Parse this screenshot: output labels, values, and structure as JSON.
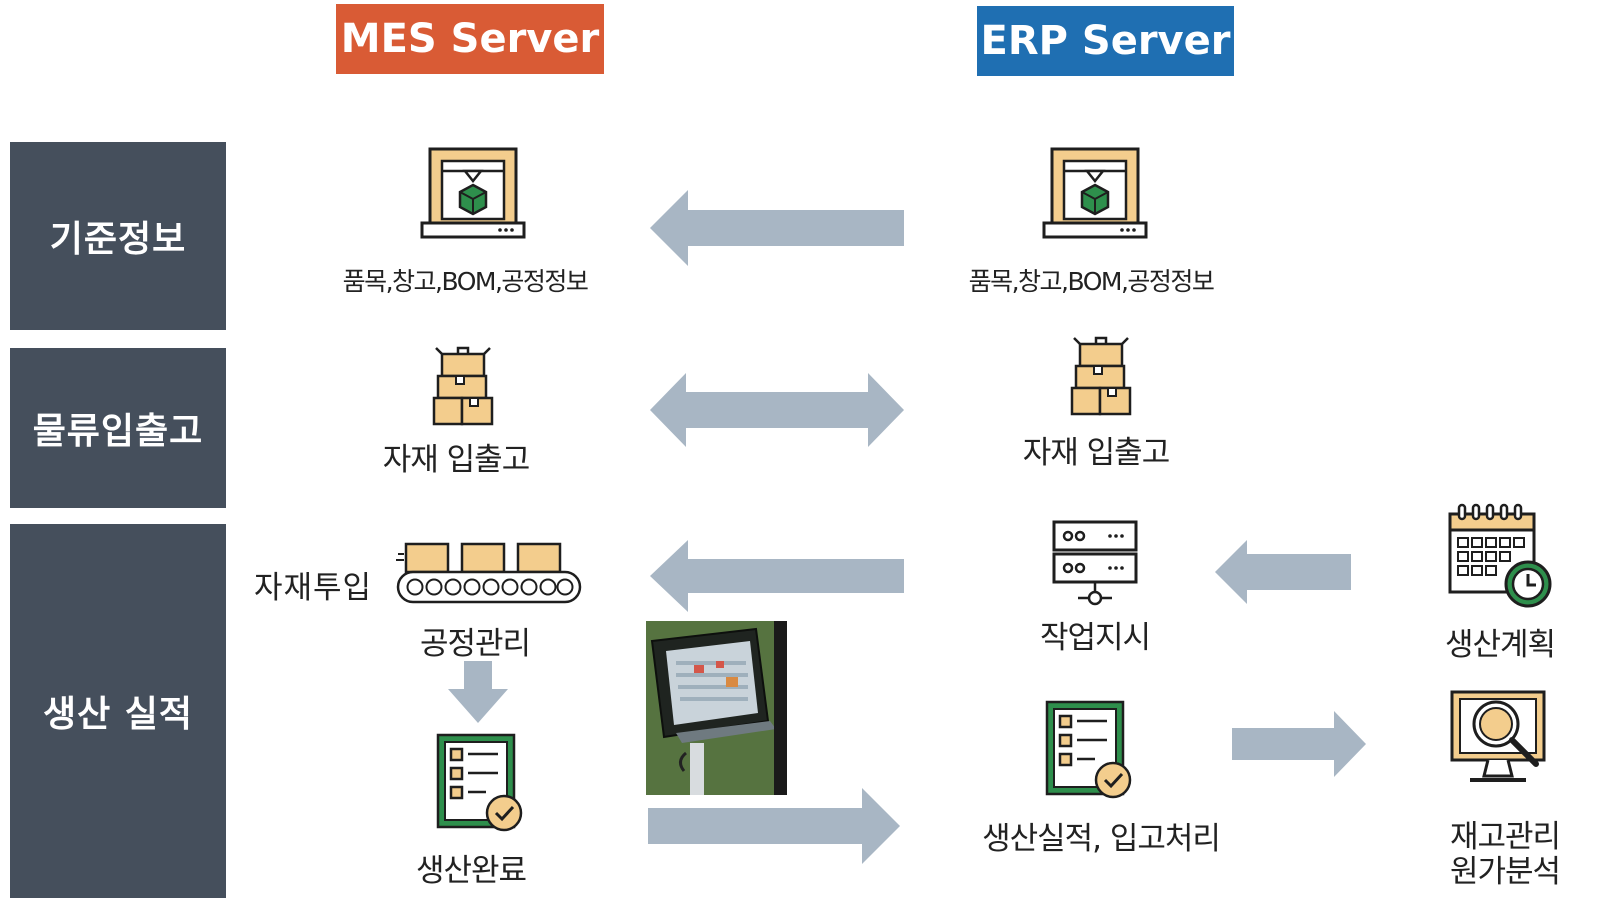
{
  "servers": {
    "mes": "MES Server",
    "erp": "ERP Server"
  },
  "categories": {
    "master": "기준정보",
    "logistics": "물류입출고",
    "production": "생산 실적"
  },
  "mes": {
    "master_label": "품목,창고,BOM,공정정보",
    "material_label": "자재 입출고",
    "input_label": "자재투입",
    "process_label": "공정관리",
    "complete_label": "생산완료"
  },
  "erp": {
    "master_label": "품목,창고,BOM,공정정보",
    "material_label": "자재 입출고",
    "work_order_label": "작업지시",
    "result_label": "생산실적, 입고처리"
  },
  "right": {
    "plan_label": "생산계획",
    "inventory_label": "재고관리",
    "cost_label": "원가분석"
  },
  "colors": {
    "mes_header": "#d95b35",
    "erp_header": "#1f6fb2",
    "category_bg": "#454f5c",
    "arrow": "#a8b6c4",
    "icon_frame": "#f3cd8d",
    "icon_outline": "#1e1e1e",
    "icon_green": "#2e8f4c"
  },
  "icons": {
    "printer": "3d-printer-icon",
    "boxes": "boxes-icon",
    "conveyor": "conveyor-icon",
    "checklist": "checklist-icon",
    "server": "server-icon",
    "calendar": "calendar-clock-icon",
    "monitor": "monitor-search-icon",
    "kiosk": "kiosk-photo"
  }
}
